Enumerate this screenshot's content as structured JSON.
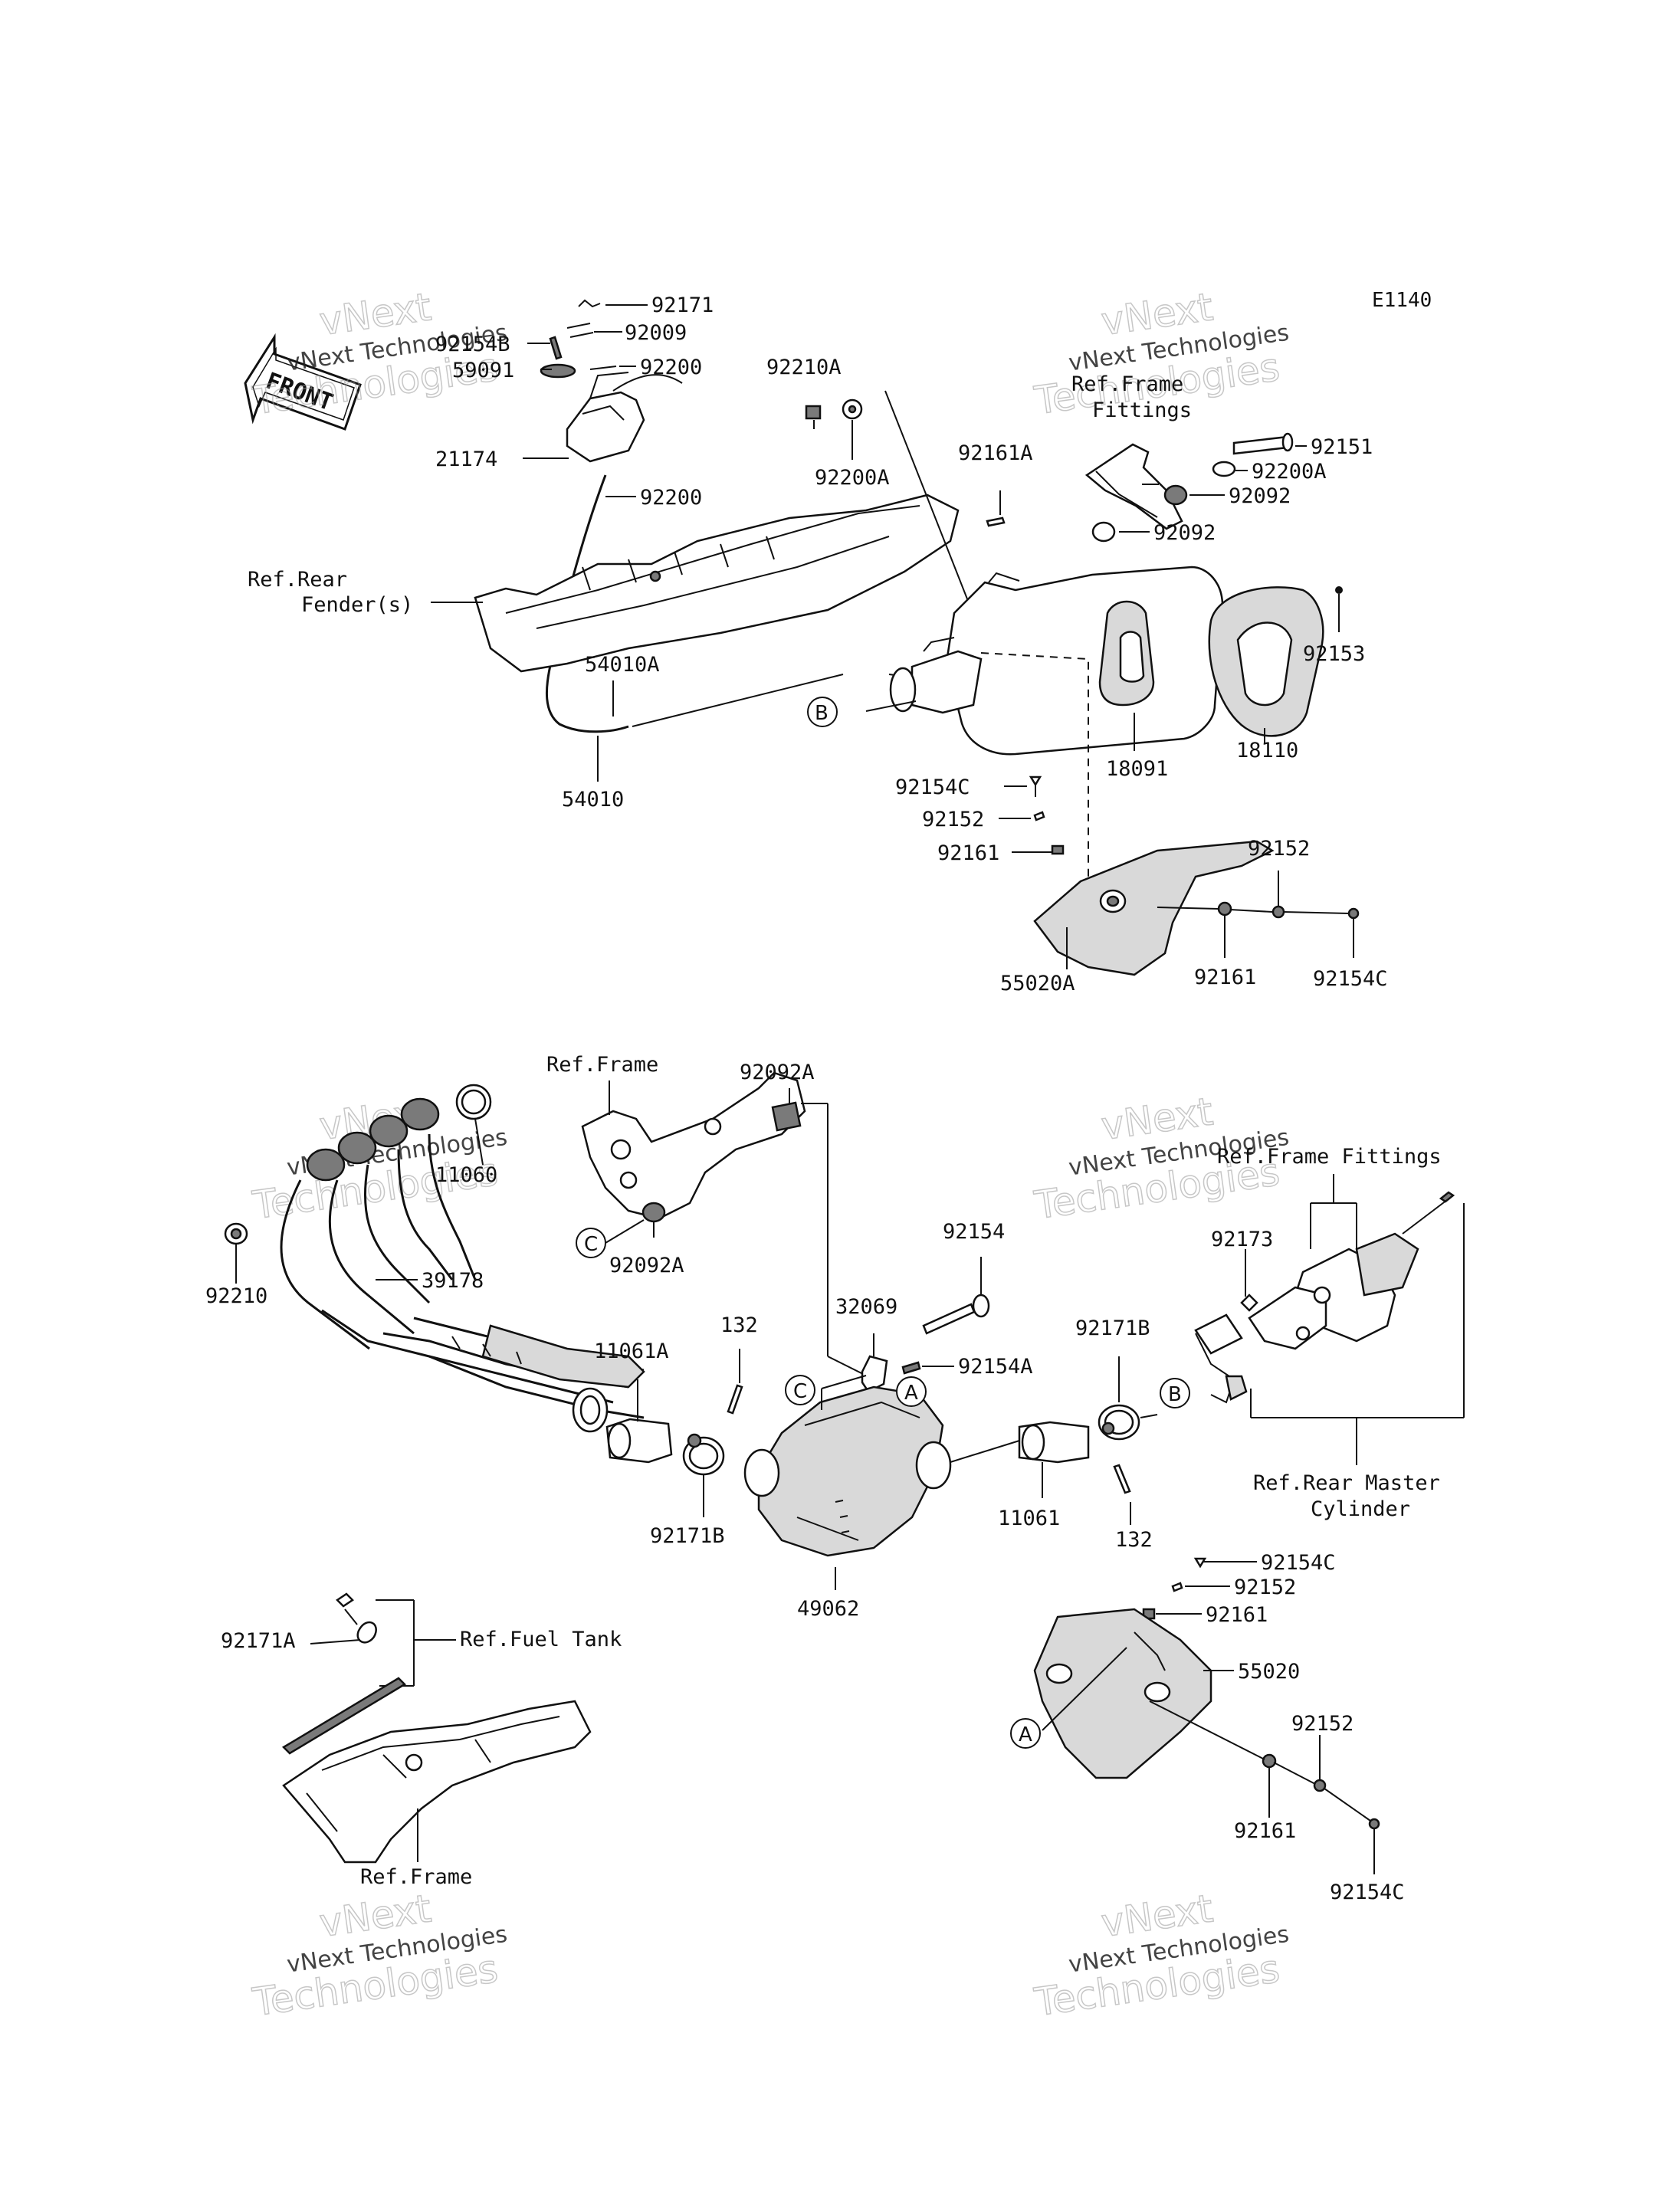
{
  "diagram_code": "E1140",
  "front_sign": "FRONT",
  "watermark": {
    "line1": "vNext Technologies",
    "line2": "vNext",
    "line3": "Technologies"
  },
  "labels": {
    "p92171": "92171",
    "p92009": "92009",
    "p92154B": "92154B",
    "p59091": "59091",
    "p92200_a": "92200",
    "p21174": "21174",
    "p92200_b": "92200",
    "ref_rear_fender_1": "Ref.Rear",
    "ref_rear_fender_2": "Fender(s)",
    "p54010A": "54010A",
    "p54010": "54010",
    "p92210A": "92210A",
    "p92200A_a": "92200A",
    "p92161A": "92161A",
    "ref_frame_fittings_top_1": "Ref.Frame",
    "ref_frame_fittings_top_2": "Fittings",
    "p92151": "92151",
    "p92200A_b": "92200A",
    "p92092_a": "92092",
    "p92092_b": "92092",
    "p92153": "92153",
    "p18091": "18091",
    "p18110": "18110",
    "p92154C_a": "92154C",
    "p92152_a": "92152",
    "p92161_a": "92161",
    "p92152_b": "92152",
    "p92161_b": "92161",
    "p92154C_b": "92154C",
    "p55020A": "55020A",
    "ref_frame_mid": "Ref.Frame",
    "p92092A_a": "92092A",
    "p92092A_b": "92092A",
    "p11060": "11060",
    "p92210": "92210",
    "p39178": "39178",
    "ref_frame_fittings_right": "Ref.Frame Fittings",
    "p92173": "92173",
    "p92154": "92154",
    "p32069": "32069",
    "p92154A": "92154A",
    "p132_a": "132",
    "p11061A": "11061A",
    "p92171B_a": "92171B",
    "p92171B_b": "92171B",
    "p11061": "11061",
    "p132_b": "132",
    "p49062": "49062",
    "ref_rear_master_1": "Ref.Rear Master",
    "ref_rear_master_2": "Cylinder",
    "p92171A": "92171A",
    "ref_fuel_tank": "Ref.Fuel Tank",
    "ref_frame_bottom": "Ref.Frame",
    "p92154C_c": "92154C",
    "p92152_c": "92152",
    "p92161_c": "92161",
    "p55020": "55020",
    "p92152_d": "92152",
    "p92161_d": "92161",
    "p92154C_d": "92154C"
  },
  "callouts": {
    "a": "A",
    "b": "B",
    "c": "C"
  }
}
